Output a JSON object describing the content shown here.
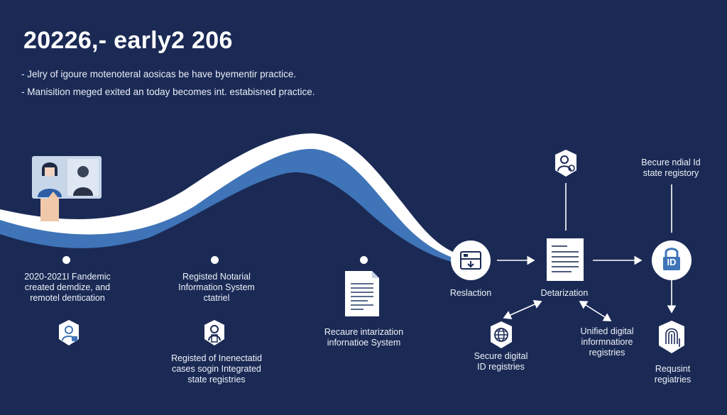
{
  "title": "20226,- early2 206",
  "bullets": [
    "- Jelry of igoure motenoteral aosicas be have byementir practice.",
    "- Manisition meged exited an today becomes int. estabisned practice."
  ],
  "timeline": [
    {
      "lines": [
        "2020-2021I Fandemic",
        "created demdize, and",
        "remotel dentication"
      ]
    },
    {
      "lines": [
        "Registed Notarial",
        "Information System",
        "ctatriel"
      ]
    },
    {
      "lines": [
        "Recaure intarization",
        "infornatioe System"
      ]
    }
  ],
  "bottom_left": [
    "Registed of Inenectatid",
    "cases sogin Integrated",
    "state registries"
  ],
  "nodes": {
    "reslaction": "Reslaction",
    "detarization": "Detarization",
    "secure_id": [
      "Secure digital",
      "ID registries"
    ],
    "unified": [
      "Unified digital",
      "informnatiore",
      "registries"
    ],
    "secure_state": [
      "Becure ndial Id",
      "state registory"
    ],
    "requisit": [
      "Requsint",
      "regiatries"
    ]
  },
  "id_badge_text": "ID",
  "colors": {
    "background": "#1b2a55",
    "wave_light": "#ffffff",
    "wave_blue": "#3f74b8",
    "icon_fill": "#ffffff",
    "icon_stroke": "#1b2a55"
  },
  "icons": [
    "video-call-icon",
    "user-badge-icon",
    "person-badge-icon",
    "document-icon",
    "inbox-icon",
    "document-list-icon",
    "globe-icon",
    "lock-id-icon",
    "user-shield-icon",
    "fingerprint-icon"
  ]
}
